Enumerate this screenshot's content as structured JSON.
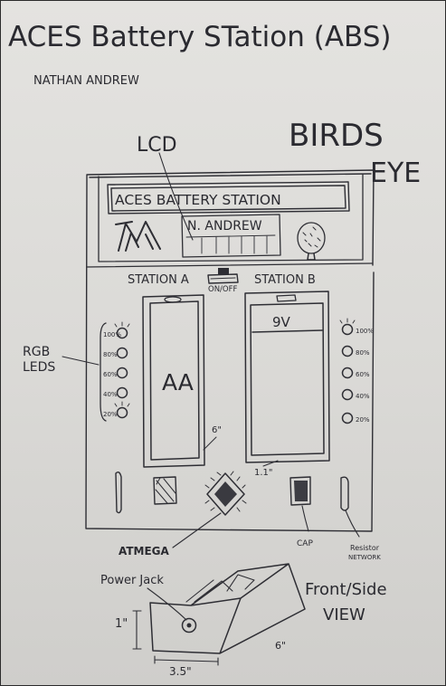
{
  "header": {
    "title": "ACES Battery STation (ABS)",
    "author": "NATHAN ANDREW",
    "view_label_line1": "BIRDS",
    "view_label_line2": "EYE"
  },
  "top_panel": {
    "lcd_label": "LCD",
    "display_line1": "ACES BATTERY STATION",
    "display_line2": "N. ANDREW"
  },
  "stations": {
    "left_label": "STATION A",
    "right_label": "STATION B",
    "switch_label": "ON/OFF",
    "left_battery": "AA",
    "right_battery": "9V",
    "left_leds": [
      "100%",
      "80%",
      "60%",
      "40%",
      "20%"
    ],
    "right_leds": [
      "100%",
      "80%",
      "60%",
      "40%",
      "20%"
    ]
  },
  "annotations": {
    "rgb_line1": "RGB",
    "rgb_line2": "LEDS",
    "dim_6": "6\"",
    "dim_1_1": "1.1\"",
    "atmega": "ATMEGA",
    "cap": "CAP",
    "resistor_line1": "Resistor",
    "resistor_line2": "NETWORK"
  },
  "side_view": {
    "power_jack": "Power Jack",
    "front_side_line1": "Front/Side",
    "front_side_line2": "VIEW",
    "dim_height": "1\"",
    "dim_width": "3.5\"",
    "dim_depth": "6\""
  }
}
